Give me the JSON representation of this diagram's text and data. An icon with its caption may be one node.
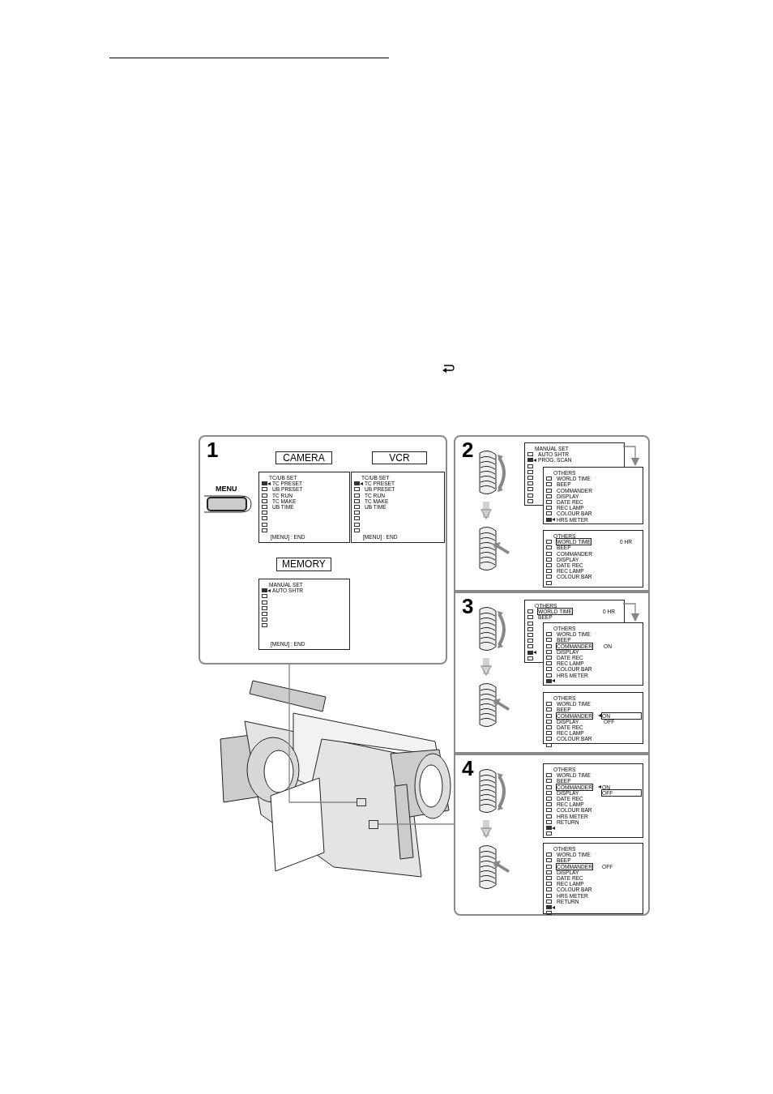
{
  "diagram": {
    "nodes": [
      {
        "text": [
          "1"
        ]
      },
      {
        "text": [
          "MENU"
        ],
        "in": 0
      },
      {
        "text": [
          "CAMERA"
        ],
        "in": 0
      },
      {
        "text": [
          "VCR"
        ],
        "in": 0
      },
      {
        "text": [
          "TC/UB SET",
          "TC PRESET",
          "UB PRESET",
          "TC RUN",
          "TC MAKE",
          "UB TIME",
          "[MENU] : END"
        ],
        "in": 0
      },
      {
        "text": [
          "TC/UB SET",
          "TC PRESET",
          "UB PRESET",
          "TC RUN",
          "TC MAKE",
          "UB TIME",
          "[MENU] : END"
        ],
        "in": 0
      },
      {
        "text": [
          "MEMORY"
        ],
        "in": 0
      },
      {
        "text": [
          "MANUAL SET",
          "AUTO SHTR",
          "[MENU] : END"
        ],
        "in": 0
      },
      {
        "text": [
          "2"
        ]
      },
      {
        "text": [
          "MANUAL SET",
          "AUTO SHTR",
          "PROG. SCAN"
        ],
        "in": 8
      },
      {
        "text": [
          "OTHERS",
          "WORLD TIME",
          "BEEP",
          "COMMANDER",
          "DISPLAY",
          "DATE REC",
          "REC LAMP",
          "COLOUR BAR",
          "HRS METER"
        ],
        "in": 8
      },
      {
        "text": [
          "OTHERS",
          "WORLD TIME",
          "0 HR",
          "BEEP",
          "COMMANDER",
          "DISPLAY",
          "DATE REC",
          "REC LAMP",
          "COLOUR BAR"
        ],
        "in": 8
      },
      {
        "text": [
          "3"
        ]
      },
      {
        "text": [
          "OTHERS",
          "WORLD TIME",
          "0 HR",
          "BEEP"
        ],
        "in": 12
      },
      {
        "text": [
          "OTHERS",
          "WORLD TIME",
          "BEEP",
          "COMMANDER",
          "ON",
          "DISPLAY",
          "DATE REC",
          "REC LAMP",
          "COLOUR BAR",
          "HRS METER"
        ],
        "in": 12
      },
      {
        "text": [
          "OTHERS",
          "WORLD TIME",
          "BEEP",
          "COMMANDER",
          "ON",
          "DISPLAY",
          "OFF",
          "DATE REC",
          "REC LAMP",
          "COLOUR BAR"
        ],
        "in": 12
      },
      {
        "text": [
          "4"
        ]
      },
      {
        "text": [
          "OTHERS",
          "WORLD TIME",
          "BEEP",
          "COMMANDER",
          "ON",
          "DISPLAY",
          "OFF",
          "DATE REC",
          "REC LAMP",
          "COLOUR BAR",
          "HRS METER",
          "RETURN"
        ],
        "in": 16
      },
      {
        "text": [
          "OTHERS",
          "WORLD TIME",
          "BEEP",
          "COMMANDER",
          "OFF",
          "DISPLAY",
          "DATE REC",
          "REC LAMP",
          "COLOUR BAR",
          "HRS METER",
          "RETURN"
        ],
        "in": 16
      },
      {
        "text": [],
        "shape": "picture"
      },
      {
        "text": [],
        "shape": "box",
        "in": 19
      },
      {
        "text": [],
        "shape": "box",
        "in": 19
      },
      {
        "text": [],
        "shape": "picture",
        "in": 8
      },
      {
        "text": [],
        "shape": "picture",
        "in": 8
      },
      {
        "text": [],
        "shape": "picture",
        "in": 12
      },
      {
        "text": [],
        "shape": "picture",
        "in": 12
      },
      {
        "text": [],
        "shape": "picture",
        "in": 16
      },
      {
        "text": [],
        "shape": "picture",
        "in": 16
      }
    ],
    "edges": [
      {
        "from": 0,
        "to": 20,
        "arrow": "none"
      },
      {
        "from": 16,
        "to": 21,
        "arrow": "none"
      },
      {
        "from": 9,
        "to": 10,
        "arrow": "to"
      },
      {
        "from": 13,
        "to": 14,
        "arrow": "to"
      },
      {
        "from": 22,
        "to": 23,
        "arrow": "to",
        "style": "thick"
      },
      {
        "from": 24,
        "to": 25,
        "arrow": "to",
        "style": "thick"
      },
      {
        "from": 26,
        "to": 27,
        "arrow": "to",
        "style": "thick"
      }
    ]
  }
}
